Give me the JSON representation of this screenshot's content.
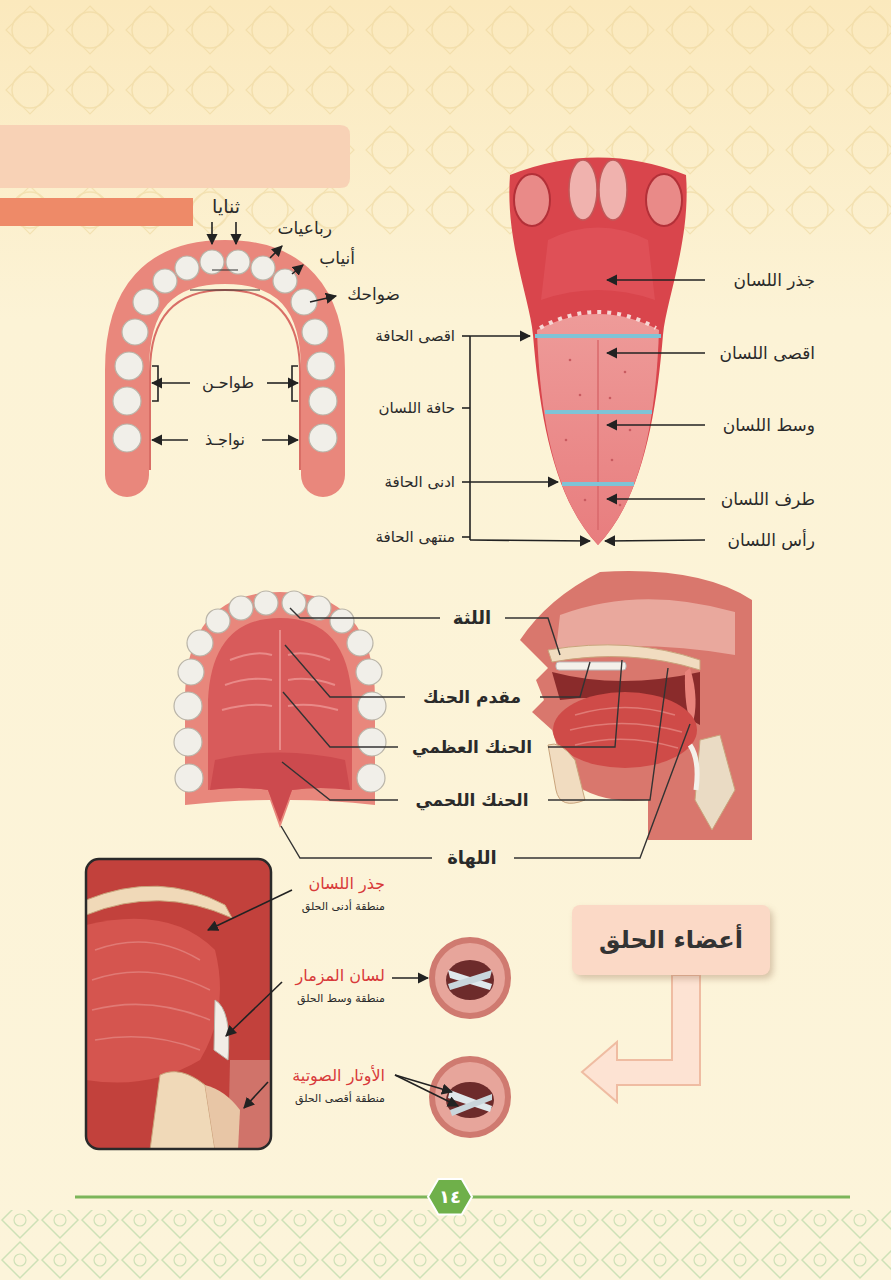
{
  "diagram": {
    "nodes": [
      {
        "text": [
          "أعضاء الحلق"
        ]
      },
      {
        "text": [
          "١٤"
        ]
      }
    ],
    "labels": [
      "ثنايا",
      "رباعيات",
      "أنياب",
      "ضواحك",
      "طواحـن",
      "نواجـذ",
      "جذر اللسان",
      "اقصى اللسان",
      "وسط اللسان",
      "طرف اللسان",
      "رأس اللسان",
      "اقصى الحافة",
      "حافة اللسان",
      "ادنى الحافة",
      "منتهى الحافة",
      "اللثة",
      "مقدم الحنك",
      "الحنك العظمي",
      "الحنك اللحمي",
      "اللهاة",
      "جذر اللسان",
      "منطقة أدنى الحلق",
      "لسان المزمار",
      "منطقة وسط الحلق",
      "الأوتار الصوتية",
      "منطقة أقصى الحلق"
    ]
  }
}
